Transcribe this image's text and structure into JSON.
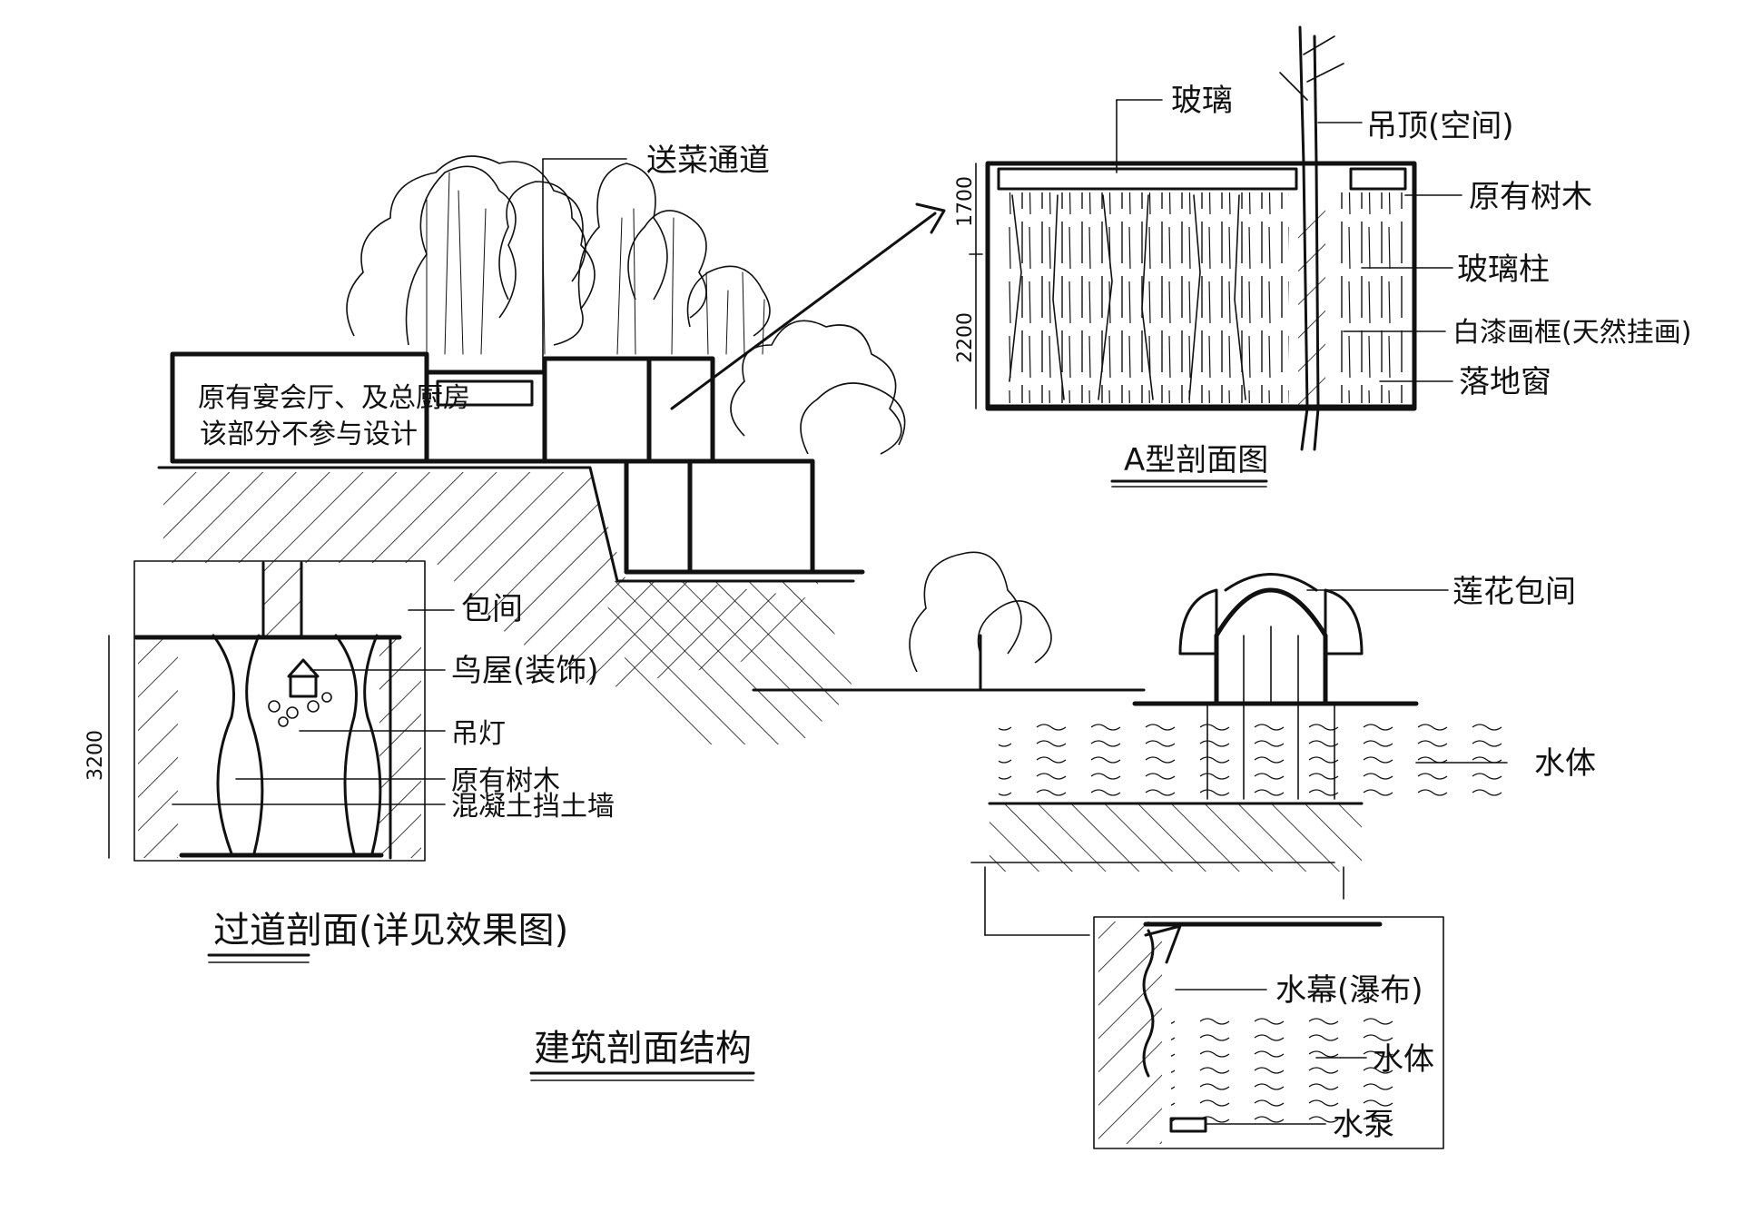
{
  "labels": {
    "food_corridor": "送菜通道",
    "existing_hall_note_line1": "原有宴会厅、及总厨房",
    "existing_hall_note_line2": "该部分不参与设计",
    "glass_top": "玻璃",
    "ceiling": "吊顶(空间)",
    "existing_tree_a": "原有树木",
    "glass_column": "玻璃柱",
    "white_paint_frame": "白漆画框(天然挂画)",
    "floor_window": "落地窗",
    "a_section_title": "A型剖面图",
    "private_room": "包间",
    "bird_house": "鸟屋(装饰)",
    "pendant_lamp": "吊灯",
    "existing_tree_b": "原有树木",
    "retaining_wall": "混凝土挡土墙",
    "passage_section_title": "过道剖面(详见效果图)",
    "lotus_room": "莲花包间",
    "water_body_a": "水体",
    "building_section_title": "建筑剖面结构",
    "water_curtain": "水幕(瀑布)",
    "water_body_b": "水体",
    "water_pump": "水泵"
  },
  "dimensions": {
    "a_section_upper": "1700",
    "a_section_lower": "2200",
    "passage_height": "3200"
  }
}
